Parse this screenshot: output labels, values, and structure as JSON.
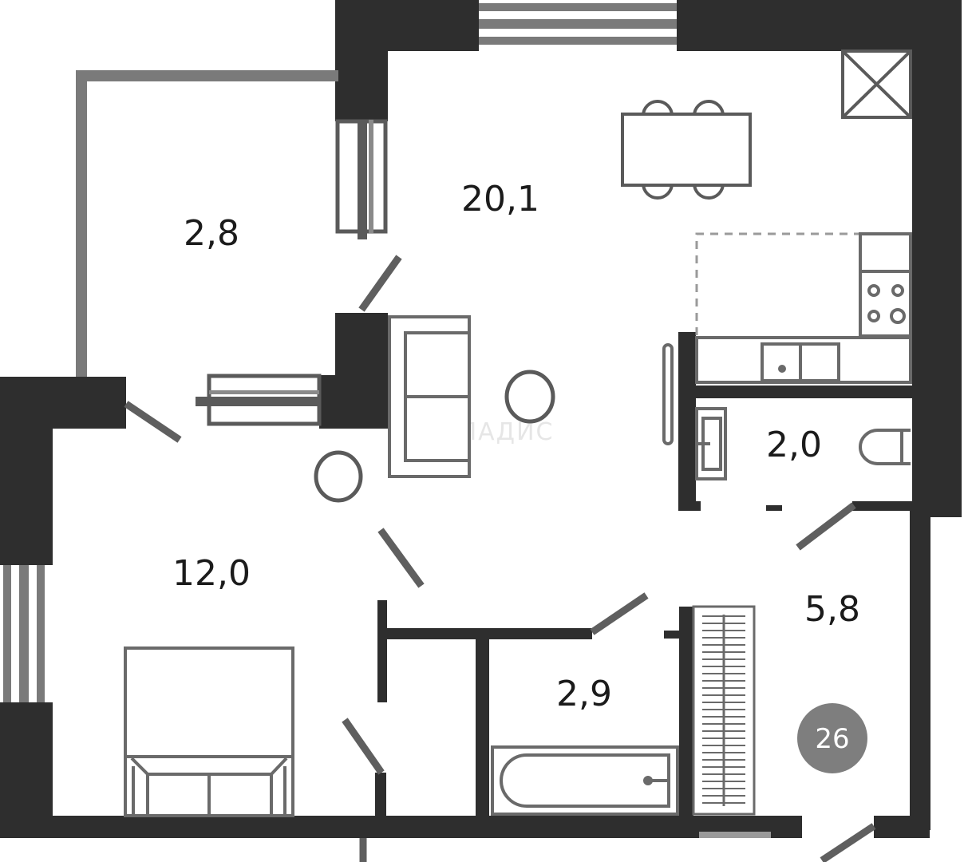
{
  "rooms": [
    {
      "id": "living",
      "area": "20,1"
    },
    {
      "id": "balcony",
      "area": "2,8"
    },
    {
      "id": "bedroom",
      "area": "12,0"
    },
    {
      "id": "wc",
      "area": "2,0"
    },
    {
      "id": "hallway",
      "area": "5,8"
    },
    {
      "id": "bathroom",
      "area": "2,9"
    }
  ],
  "apartment_number": "26",
  "watermark": "ВЛАДИС",
  "colors": {
    "wall": "#2e2e2e",
    "thin_wall": "#7a7a7a",
    "furniture": "#6a6a6a",
    "badge": "#7e7e7e",
    "background": "#ffffff"
  }
}
